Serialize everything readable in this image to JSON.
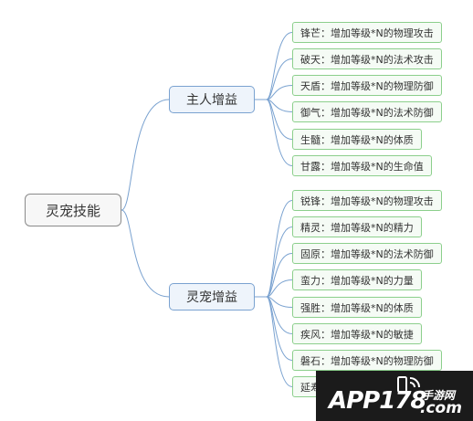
{
  "root": {
    "label": "灵宠技能"
  },
  "branches": [
    {
      "label": "主人增益",
      "leaves": [
        "锋芒：增加等级*N的物理攻击",
        "破天：增加等级*N的法术攻击",
        "天盾：增加等级*N的物理防御",
        "御气：增加等级*N的法术防御",
        "生髓：增加等级*N的体质",
        "甘露：增加等级*N的生命值"
      ]
    },
    {
      "label": "灵宠增益",
      "leaves": [
        "锐锋：增加等级*N的物理攻击",
        "精灵：增加等级*N的精力",
        "固原：增加等级*N的法术防御",
        "蛮力：增加等级*N的力量",
        "强胜：增加等级*N的体质",
        "疾风：增加等级*N的敏捷",
        "磐石：增加等级*N的物理防御",
        "延寿"
      ]
    }
  ],
  "watermark": {
    "brand": "APP178",
    "cn": "手游网",
    "suffix": ".com"
  },
  "colors": {
    "root_border": "#8a8a8a",
    "branch_border": "#7aa2d0",
    "leaf_border": "#8ccf8c",
    "link": "#7aa2d0"
  }
}
